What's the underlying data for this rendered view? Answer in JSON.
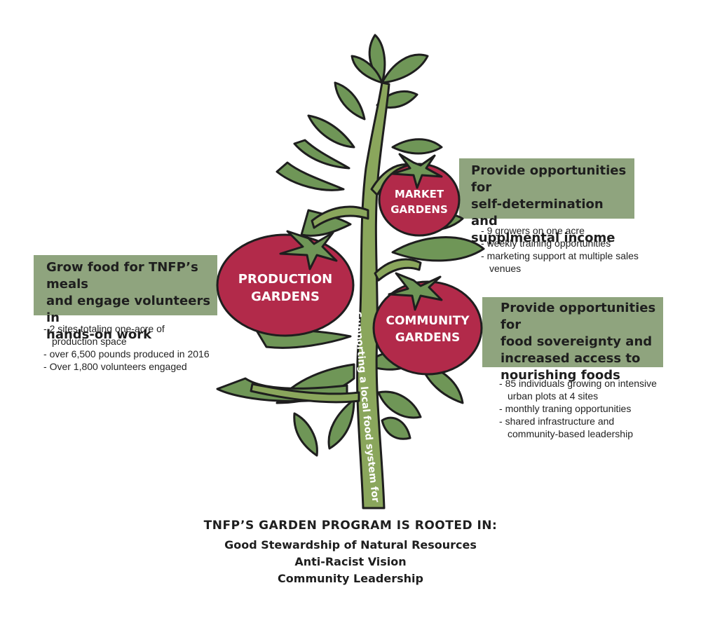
{
  "colors": {
    "band": "#8fa47e",
    "tomato": "#b22a4a",
    "stem": "#8aa65c",
    "leaf": "#6f9657",
    "outline": "#1e1e1e",
    "label": "#ffffff"
  },
  "tomatoes": {
    "market": {
      "line1": "MARKET",
      "line2": "GARDENS"
    },
    "production": {
      "line1": "PRODUCTION",
      "line2": "GARDENS"
    },
    "community": {
      "line1": "COMMUNITY",
      "line2": "GARDENS"
    }
  },
  "stem_text": "Supporting a local food system for all",
  "market": {
    "lines": [
      "Provide opportunities for",
      "self-determination and",
      "supplmental income"
    ],
    "bullets": [
      "9 growers on one acre",
      "weekly training opportunities",
      "marketing support at multiple sales venues"
    ]
  },
  "production": {
    "lines": [
      "Grow food for TNFP’s meals",
      "and engage volunteers in",
      "hands-on work"
    ],
    "bullets": [
      "2 sites totaling one-acre of production space",
      "over 6,500 pounds produced in 2016",
      "Over 1,800 volunteers engaged"
    ]
  },
  "community": {
    "lines": [
      "Provide opportunities for",
      "food sovereignty and",
      "increased access to",
      "nourishing foods"
    ],
    "bullets": [
      "85 individuals growing on intensive urban plots at 4 sites",
      "monthly traning opportunities",
      "shared infrastructure and community-based leadership"
    ]
  },
  "footer": {
    "title": "TNFP’S GARDEN PROGRAM IS ROOTED IN:",
    "items": [
      "Good Stewardship of Natural Resources",
      "Anti-Racist Vision",
      "Community Leadership"
    ]
  }
}
